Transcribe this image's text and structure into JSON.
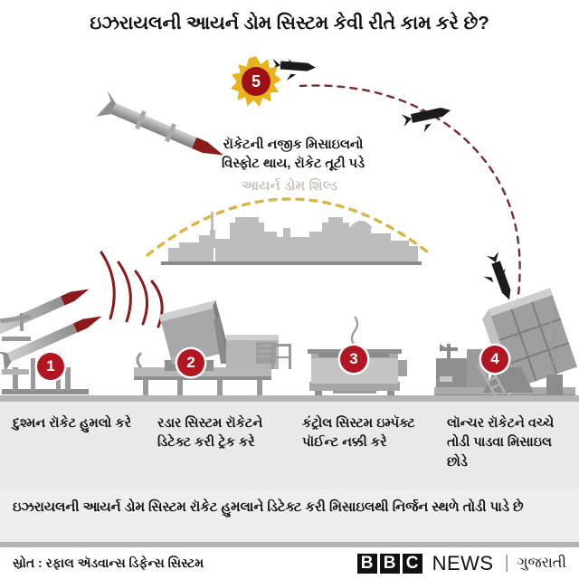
{
  "title": "ઇઝરાયલની આયર્ન ડોમ સિસ્ટમ કેવી રીતે કામ કરે છે?",
  "illustration": {
    "blast_badge_number": "5",
    "blast_caption_line1": "રૉકેટની નજીક મિસાઇલનો",
    "blast_caption_line2": "વિસ્ફોટ થાય, રૉકેટ તૂટી પડે",
    "dome_label": "આયર્ન ડોમ શિલ્ડ",
    "badges": [
      {
        "number": "1",
        "name": "enemy-rocket-launcher"
      },
      {
        "number": "2",
        "name": "radar-system"
      },
      {
        "number": "3",
        "name": "control-system"
      },
      {
        "number": "4",
        "name": "interceptor-launcher"
      }
    ],
    "colors": {
      "rocket_body": "#9b9b9b",
      "rocket_tip": "#8d1a1a",
      "radar_wave": "#8d1a1a",
      "dome_arc": "#d9b641",
      "missile_path": "#7a2b34",
      "badge_red": "#b01722",
      "blast_yellow": "#e8b31c",
      "skyline_grey": "#bdbdbd"
    }
  },
  "steps": [
    {
      "id": "step-1",
      "text": "દુશ્મન રૉકેટ હુમલો કરે"
    },
    {
      "id": "step-2",
      "text": "રડાર સિસ્ટમ રૉકેટને ડિટેક્ટ કરી ટ્રેક કરે"
    },
    {
      "id": "step-3",
      "text": "કંટ્રોલ સિસ્ટમ ઇમ્પૅક્ટ પૉઈન્ટ નક્કી કરે"
    },
    {
      "id": "step-4",
      "text": "લૉન્ચર રૉકેટને વચ્ચે તોડી પાડવા મિસાઇલ છોડે"
    }
  ],
  "summary": "ઇઝરાયલની આયર્ન ડોમ સિસ્ટમ રૉકેટ હુમલાને ડિટેક્ટ કરી મિસાઇલથી નિર્જન સ્થળે તોડી પાડે છે",
  "footer": {
    "source": "સ્રોત : રફાલ ઍડવાન્સ ડિફેન્સ સિસ્ટમ",
    "brand_b1": "B",
    "brand_b2": "B",
    "brand_c": "C",
    "brand_news": "NEWS",
    "brand_divider": "|",
    "brand_lang": "ગુજરાતી"
  }
}
